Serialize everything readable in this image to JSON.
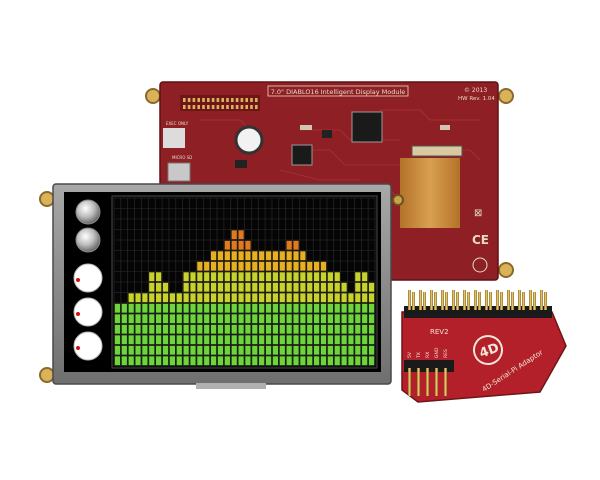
{
  "pcb": {
    "title": "7.0\" DIABLO16 Intelligent Display Module",
    "copyright": "© 2013",
    "revision": "HW Rev. 1.04",
    "label_exec_only": "EXEC ONLY",
    "label_micro_sd": "MICRO SD",
    "mark_ce": "CE",
    "colors": {
      "board": "#8e1f24",
      "board_dark": "#6e1519",
      "silkscreen": "#e8d9c8",
      "gold": "#c8a24a",
      "flex": "#c98a3a"
    }
  },
  "display": {
    "colors": {
      "bezel": "#8f8f8f",
      "screen": "#000000",
      "grid": "#3a3a3a"
    },
    "spectrum": {
      "bars": [
        6,
        6,
        7,
        7,
        7,
        9,
        9,
        8,
        7,
        7,
        9,
        9,
        10,
        10,
        11,
        11,
        12,
        13,
        13,
        12,
        11,
        11,
        11,
        11,
        11,
        12,
        12,
        11,
        10,
        10,
        10,
        9,
        9,
        8,
        7,
        9,
        9,
        8
      ],
      "max_level": 14,
      "colors": {
        "low": "#6dd43a",
        "mid": "#c9d22a",
        "high": "#e8b01f",
        "peak": "#e07a1f"
      }
    },
    "knobs": [
      "metal-knob-icon",
      "metal-knob-icon",
      "white-knob-icon",
      "white-knob-icon",
      "white-knob-icon"
    ]
  },
  "adaptor": {
    "label_rev": "REV2",
    "label_name": "4D-Serial-Pi Adaptor",
    "pins": [
      "5V",
      "TX",
      "RX",
      "GND",
      "RES"
    ],
    "logo_icon": "4d-logo-icon",
    "colors": {
      "board": "#b3202a",
      "pins": "#c9a34a",
      "header": "#1a1a1a"
    }
  }
}
